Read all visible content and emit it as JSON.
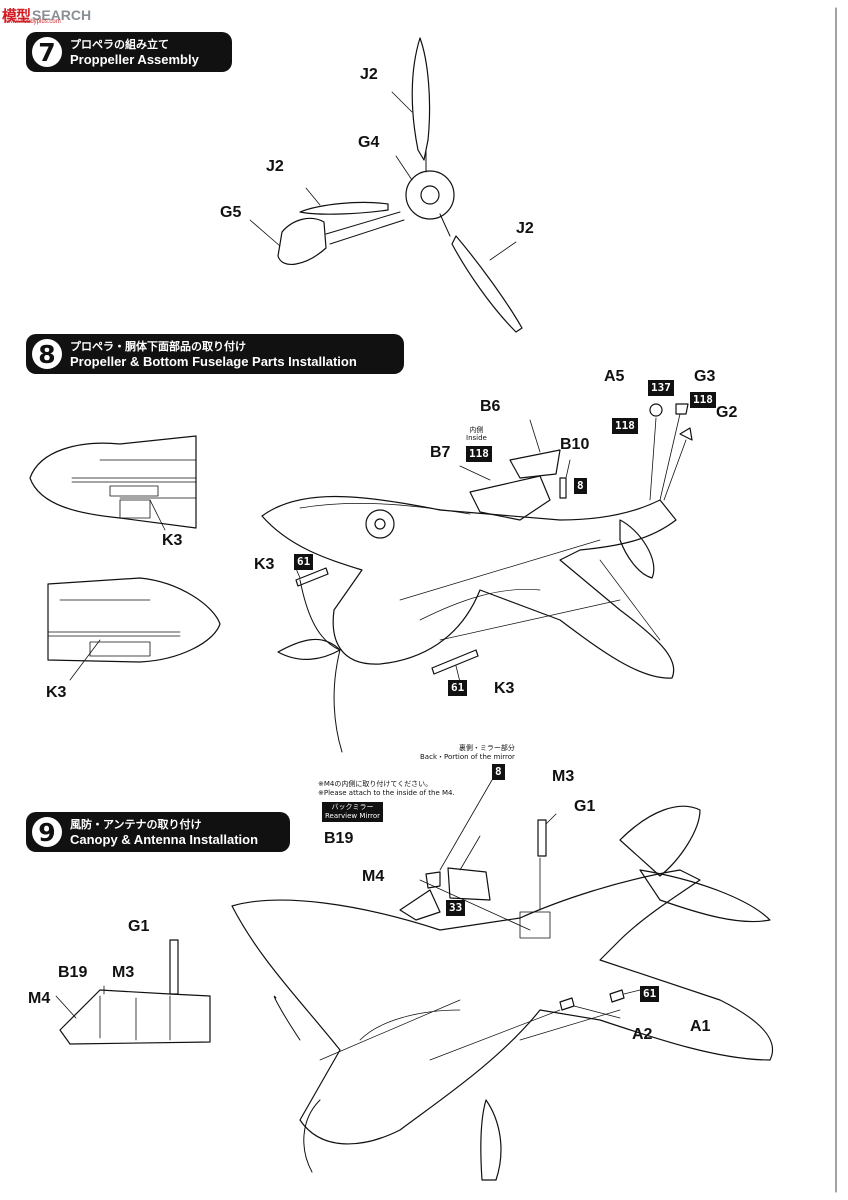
{
  "watermark": {
    "logo": "模型",
    "sub": "www.hobbyplus.com",
    "text": "SEARCH"
  },
  "steps": [
    {
      "num": "7",
      "jp": "プロペラの組み立て",
      "en": "Proppeller Assembly"
    },
    {
      "num": "8",
      "jp": "プロペラ・胴体下面部品の取り付け",
      "en": "Propeller & Bottom Fuselage Parts Installation"
    },
    {
      "num": "9",
      "jp": "風防・アンテナの取り付け",
      "en": "Canopy & Antenna Installation"
    }
  ],
  "step7_labels": {
    "j2_top": "J2",
    "g4": "G4",
    "j2_left": "J2",
    "g5": "G5",
    "j2_right": "J2"
  },
  "step8_labels": {
    "a5": "A5",
    "b137": "137",
    "g3": "G3",
    "b118_top": "118",
    "b118_left": "118",
    "g2": "G2",
    "b6": "B6",
    "inside_jp": "内側",
    "inside_en": "Inside",
    "b118_mid": "118",
    "b10": "B10",
    "b8": "8",
    "b7": "B7",
    "k3_detail_top": "K3",
    "k3_main_left": "K3",
    "b61_left": "61",
    "k3_detail_bottom": "K3",
    "b61_bottom": "61",
    "k3_bottom": "K3"
  },
  "step9_labels": {
    "mirror_jp": "裏側・ミラー部分",
    "mirror_en": "Back・Portion of the mirror",
    "b8": "8",
    "note_jp": "※M4の内側に取り付けてください。",
    "note_en": "※Please attach to the inside of the M4.",
    "mirror_tag_jp": "バックミラー",
    "mirror_tag_en": "Rearview Mirror",
    "m3": "M3",
    "g1": "G1",
    "b19": "B19",
    "m4": "M4",
    "b33": "33",
    "b61": "61",
    "a1": "A1",
    "a2": "A2",
    "detail_g1": "G1",
    "detail_b19": "B19",
    "detail_m3": "M3",
    "detail_m4": "M4"
  }
}
